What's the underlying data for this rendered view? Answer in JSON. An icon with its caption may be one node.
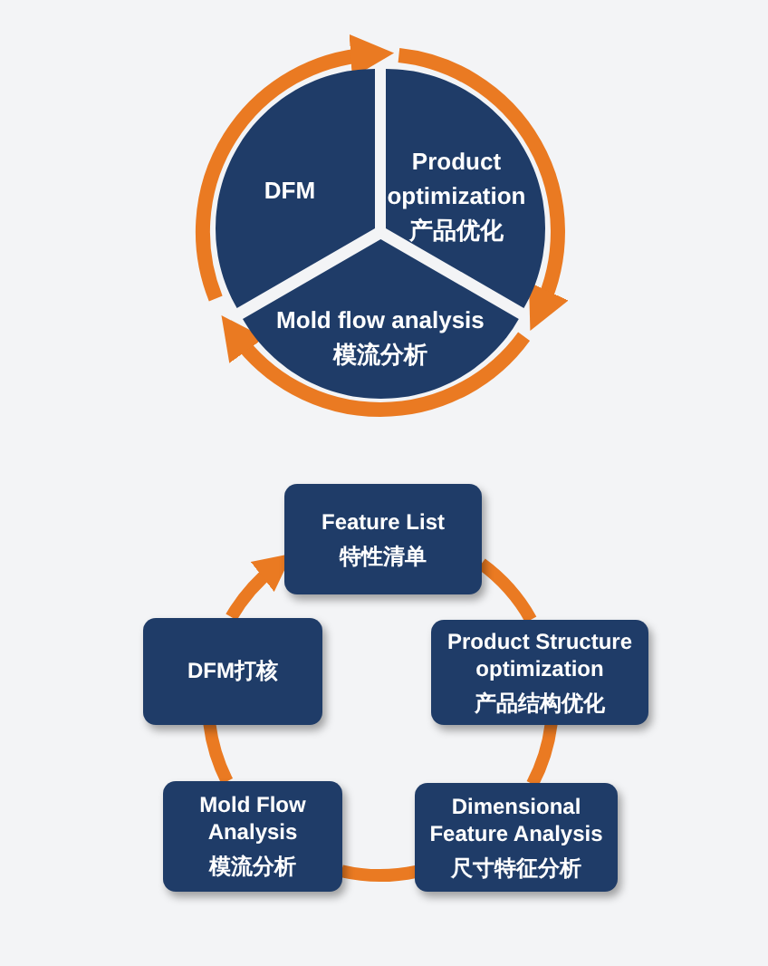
{
  "diagram": {
    "nodes": [
      {
        "text": [
          "DFM"
        ]
      },
      {
        "text": [
          "Product optimization",
          "产品优化"
        ]
      },
      {
        "text": [
          "Mold flow analysis模流分析"
        ]
      },
      {
        "text": [
          "Feature List",
          "特性清单"
        ]
      },
      {
        "text": [
          "Product Structure optimization",
          "产品结构优化"
        ]
      },
      {
        "text": [
          "Dimensional Feature Analysis",
          "尺寸特征分析"
        ]
      },
      {
        "text": [
          "Mold Flow Analysis",
          "模流分析"
        ]
      },
      {
        "text": [
          "DFM打核"
        ]
      }
    ],
    "edges": [
      {
        "from": 0,
        "to": 1,
        "arrow": "to"
      },
      {
        "from": 1,
        "to": 2,
        "arrow": "to"
      },
      {
        "from": 2,
        "to": 0,
        "arrow": "to"
      },
      {
        "from": 7,
        "to": 3,
        "arrow": "to"
      },
      {
        "from": 3,
        "to": 4,
        "arrow": "none"
      },
      {
        "from": 4,
        "to": 5,
        "arrow": "none"
      },
      {
        "from": 5,
        "to": 6,
        "arrow": "none"
      },
      {
        "from": 6,
        "to": 7,
        "arrow": "none"
      }
    ]
  }
}
